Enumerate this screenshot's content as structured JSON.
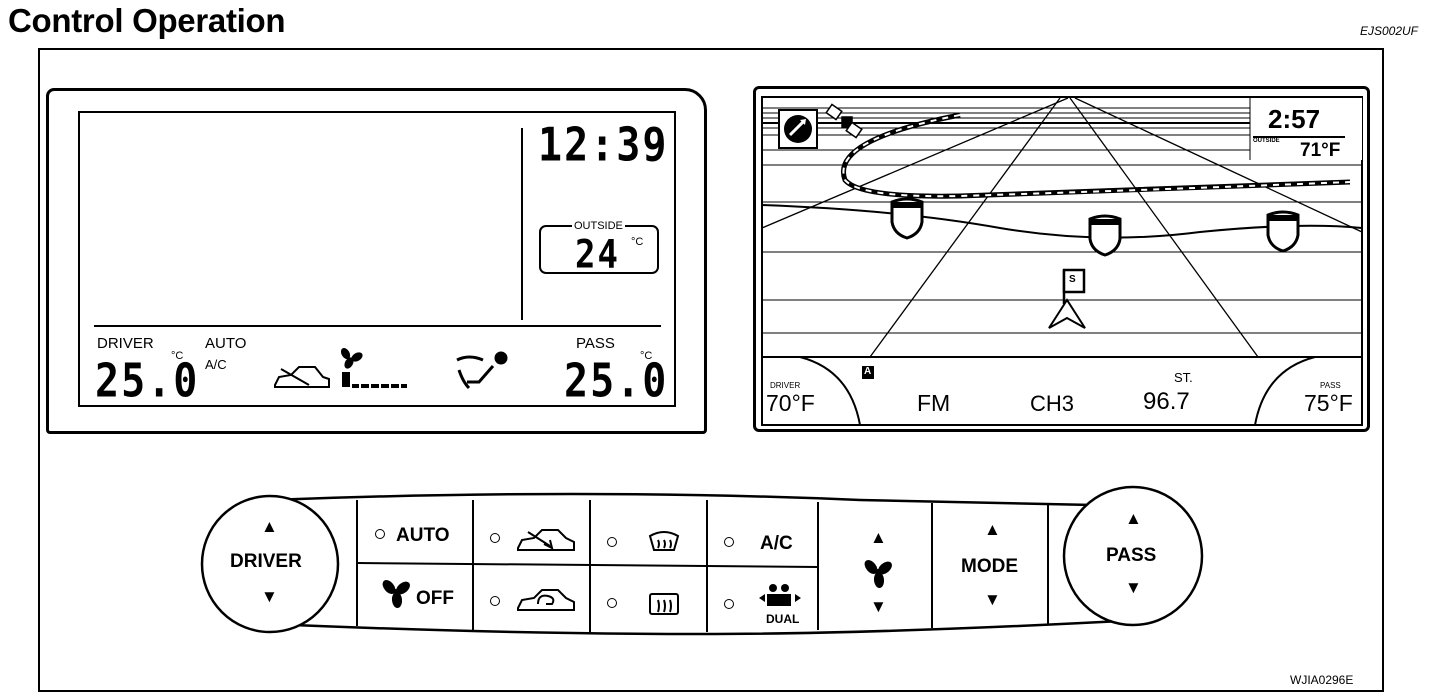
{
  "header": {
    "title": "Control Operation",
    "ref": "EJS002UF"
  },
  "figure_id": "WJIA0296E",
  "lcd": {
    "clock": "12:39",
    "outside_label": "OUTSIDE",
    "outside_temp": "24",
    "outside_unit": "°C",
    "driver_label": "DRIVER",
    "driver_temp": "25.0",
    "driver_unit": "°C",
    "auto": "AUTO",
    "ac": "A/C",
    "pass_label": "PASS",
    "pass_temp": "25.0",
    "pass_unit": "°C",
    "fan_level": 0.15
  },
  "nav": {
    "clock": "2:57",
    "outside_label": "OUTSIDE",
    "outside_temp": "71°F",
    "driver_label": "DRIVER",
    "driver_temp": "70°F",
    "band": "FM",
    "channel": "CH3",
    "st": "ST.",
    "frequency": "96.7",
    "pass_label": "PASS",
    "pass_temp": "75°F",
    "a_marker": "A",
    "s_marker": "S"
  },
  "panel": {
    "driver": "DRIVER",
    "auto": "AUTO",
    "off": "OFF",
    "ac": "A/C",
    "dual": "DUAL",
    "mode": "MODE",
    "pass": "PASS",
    "up": "▲",
    "down": "▼"
  },
  "icons": [
    "fan-icon",
    "fresh-air-icon",
    "recirculation-icon",
    "front-defrost-icon",
    "rear-defrost-icon",
    "dual-occupants-icon",
    "gps-satellite-icon",
    "compass-icon",
    "vent-face-icon"
  ]
}
